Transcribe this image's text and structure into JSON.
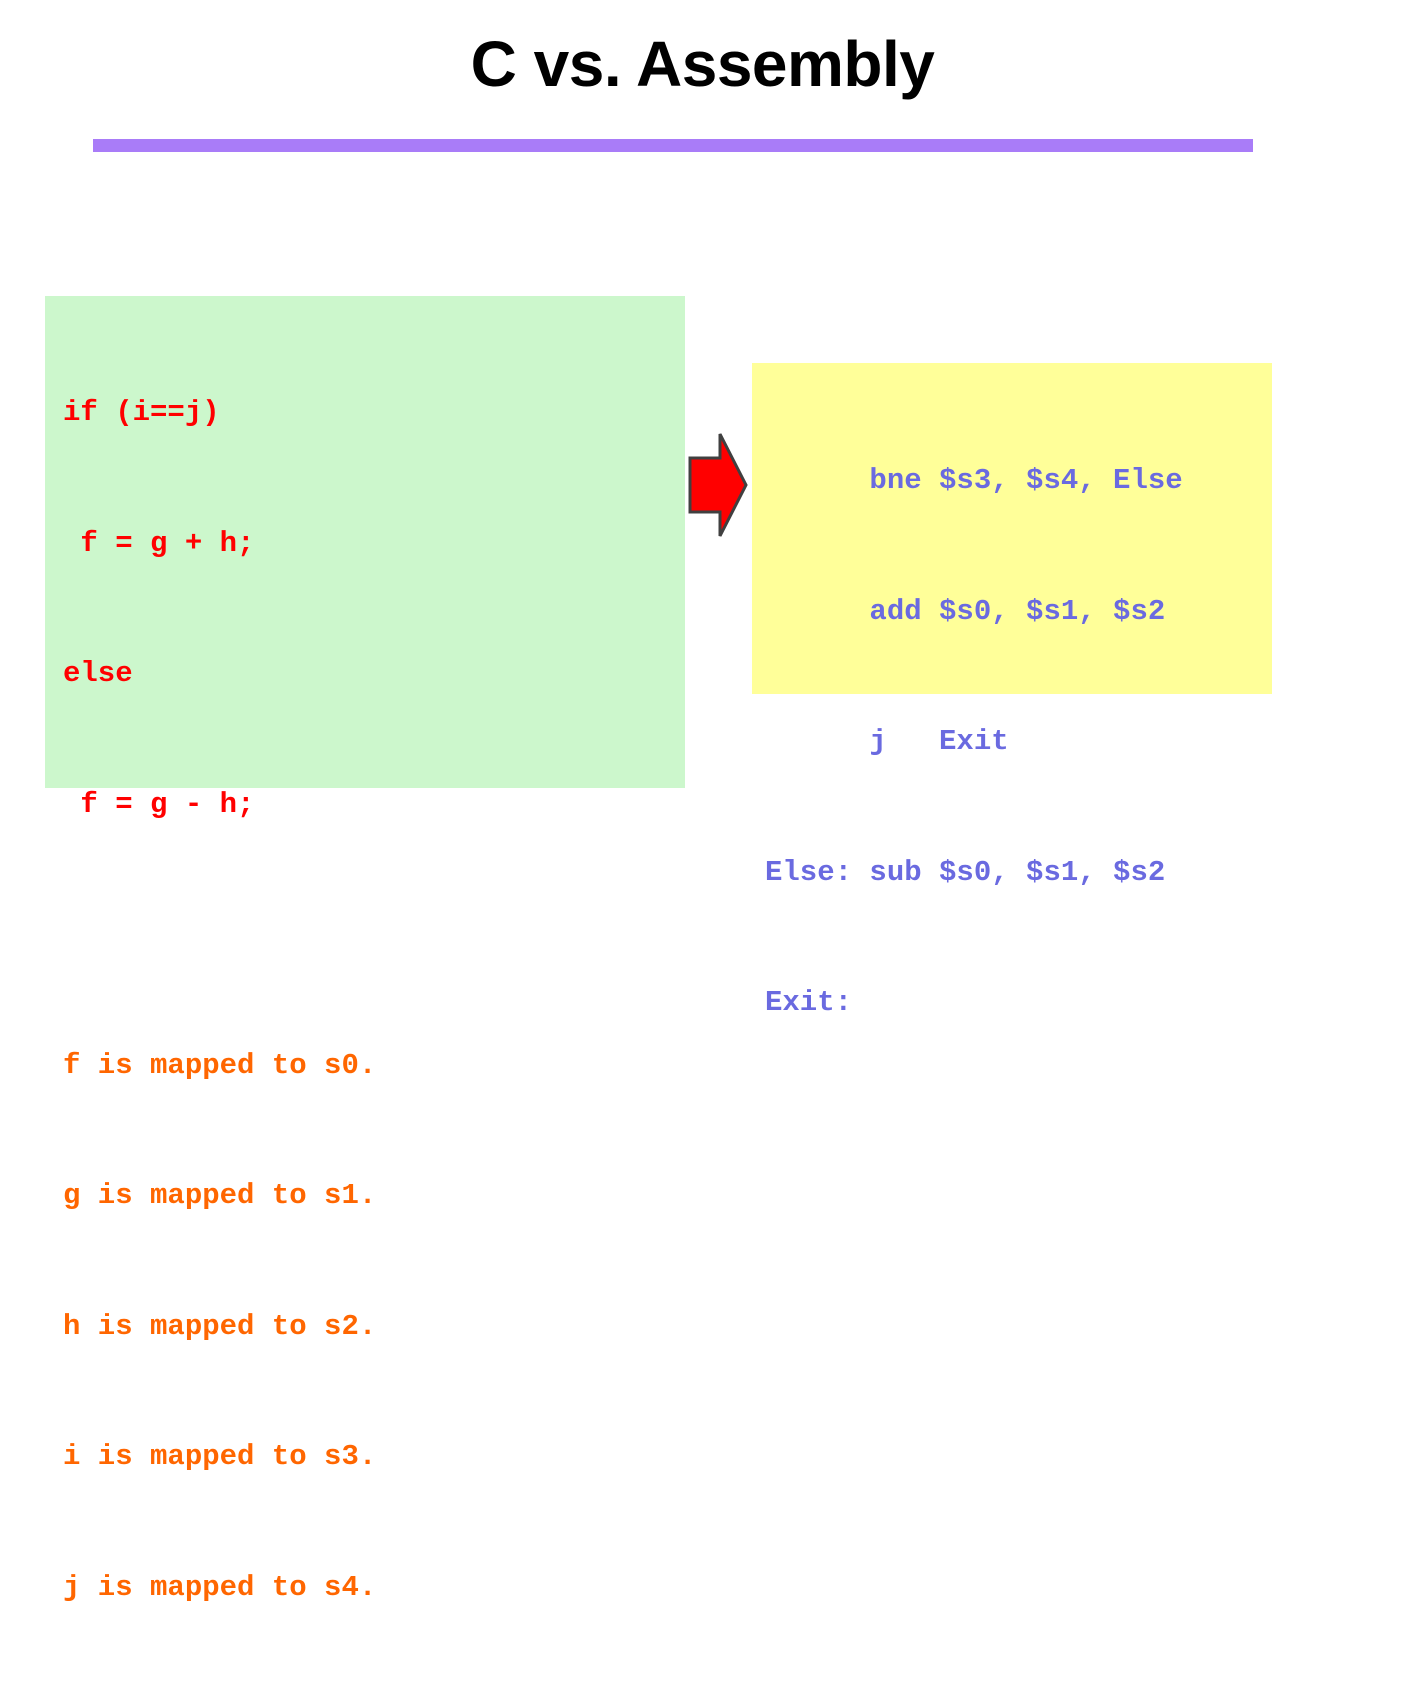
{
  "slide": {
    "title": "C vs. Assembly",
    "rule_color": "#a97cf8",
    "background_color": "#ffffff"
  },
  "c_panel": {
    "background_color": "#ccf7cc",
    "code_color": "#ff0000",
    "mapping_color": "#ff6600",
    "code_lines": [
      "if (i==j)",
      " f = g + h;",
      "else",
      " f = g - h;"
    ],
    "blank_line": "",
    "mapping_lines": [
      "f is mapped to s0.",
      "g is mapped to s1.",
      "h is mapped to s2.",
      "i is mapped to s3.",
      "j is mapped to s4."
    ]
  },
  "arrow": {
    "name": "right-arrow-icon",
    "fill_color": "#ff0000",
    "stroke_color": "#404040"
  },
  "asm_panel": {
    "background_color": "#ffff99",
    "text_color": "#6a6ae0",
    "lines": [
      "      bne $s3, $s4, Else",
      "      add $s0, $s1, $s2",
      "      j   Exit",
      "Else: sub $s0, $s1, $s2",
      "Exit:"
    ]
  }
}
